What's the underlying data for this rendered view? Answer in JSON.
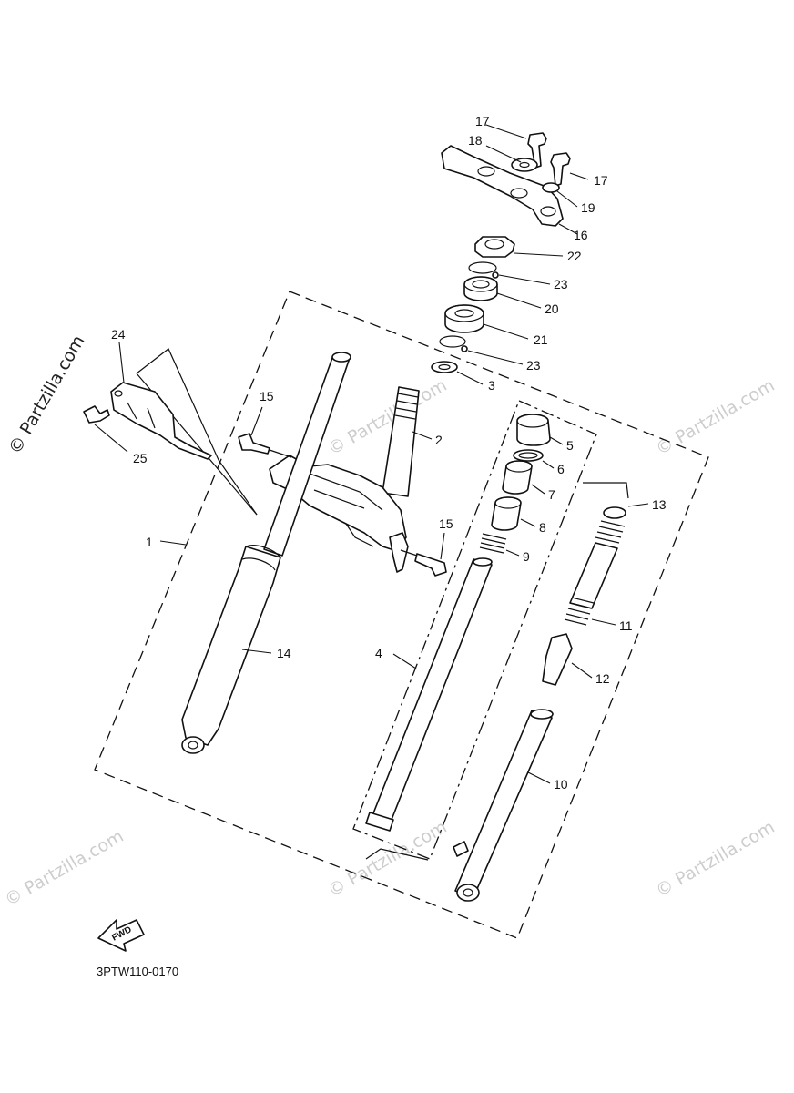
{
  "diagram": {
    "drawing_code": "3PTW110-0170",
    "direction_label": "FWD",
    "watermark_text": "© Partzilla.com",
    "callouts": {
      "c1": "1",
      "c2": "2",
      "c3": "3",
      "c4": "4",
      "c5": "5",
      "c6": "6",
      "c7": "7",
      "c8": "8",
      "c9": "9",
      "c10": "10",
      "c11": "11",
      "c12": "12",
      "c13": "13",
      "c14": "14",
      "c15a": "15",
      "c15b": "15",
      "c16": "16",
      "c17a": "17",
      "c17b": "17",
      "c18": "18",
      "c19": "19",
      "c20": "20",
      "c21": "21",
      "c22": "22",
      "c23a": "23",
      "c23b": "23",
      "c24": "24",
      "c25": "25"
    }
  }
}
